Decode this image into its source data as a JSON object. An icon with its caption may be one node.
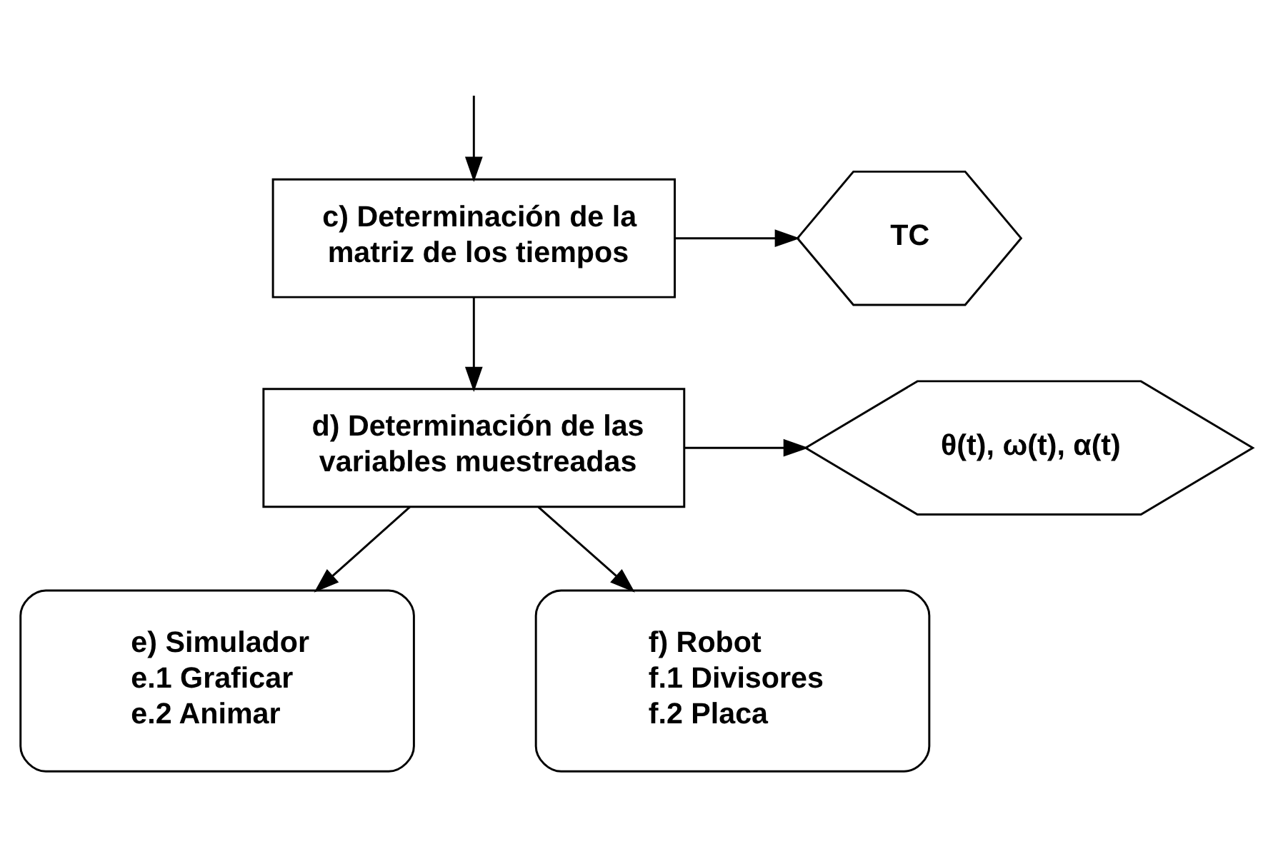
{
  "diagram": {
    "nodes": [
      {
        "text": [
          "c) Determinación de la matriz de los tiempos"
        ]
      },
      {
        "text": [
          "TC"
        ]
      },
      {
        "text": [
          "d) Determinación de las variables muestreadas"
        ]
      },
      {
        "text": [
          "θ(t), ω(t), α(t)"
        ]
      },
      {
        "text": [
          "e) Simulador",
          "e.1 Graficar",
          "e.2 Animar"
        ]
      },
      {
        "text": [
          "f) Robot",
          "f.1 Divisores",
          "f.2 Placa"
        ]
      }
    ],
    "edges": [
      {
        "from": null,
        "to": 0,
        "arrow": "to"
      },
      {
        "from": 0,
        "to": 1,
        "arrow": "to"
      },
      {
        "from": 0,
        "to": 2,
        "arrow": "to"
      },
      {
        "from": 2,
        "to": 3,
        "arrow": "to"
      },
      {
        "from": 2,
        "to": 4,
        "arrow": "to"
      },
      {
        "from": 2,
        "to": 5,
        "arrow": "to"
      }
    ]
  }
}
